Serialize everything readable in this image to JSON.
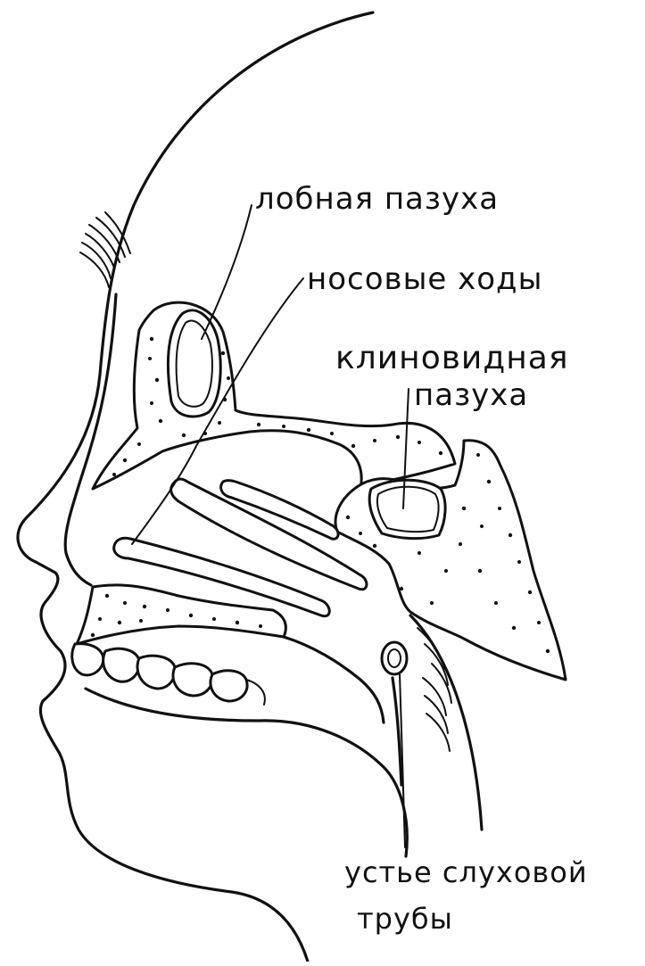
{
  "labels": {
    "frontal_sinus": "лобная пазуха",
    "nasal_passages": "носовые ходы",
    "sphenoid_sinus_line1": "клиновидная",
    "sphenoid_sinus_line2": "пазуха",
    "auditory_tube_line1": "устье слуховой",
    "auditory_tube_line2": "трубы"
  },
  "colors": {
    "ink": "#111111",
    "background": "#ffffff"
  }
}
